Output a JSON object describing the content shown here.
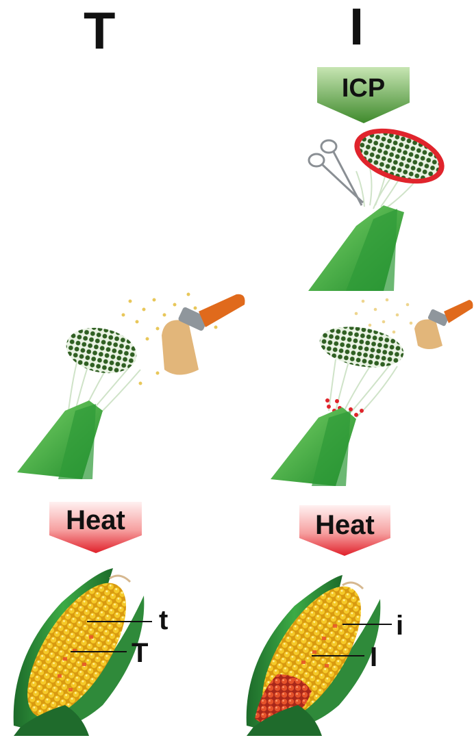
{
  "columns": {
    "left_heading": "T",
    "right_heading": "I"
  },
  "steps": {
    "icp_label": "ICP",
    "heat_left_label": "Heat",
    "heat_right_label": "Heat"
  },
  "callouts": {
    "left_top": "t",
    "left_bottom": "T",
    "right_top": "i",
    "right_bottom": "I"
  },
  "colors": {
    "icp_arrow_top": "#a9d48f",
    "icp_arrow_bottom": "#3f8a2c",
    "heat_arrow_top": "#ffe1e1",
    "heat_arrow_bottom": "#e0202a",
    "husk_green": "#3aa833",
    "tassel_dark_green": "#2f5f22",
    "pollen_red": "#e0242c",
    "pollen_yellow": "#e8c75a",
    "kernel_yellow": "#f2c21c",
    "kernel_red": "#e8532a",
    "brush_handle": "#e06a1c"
  }
}
